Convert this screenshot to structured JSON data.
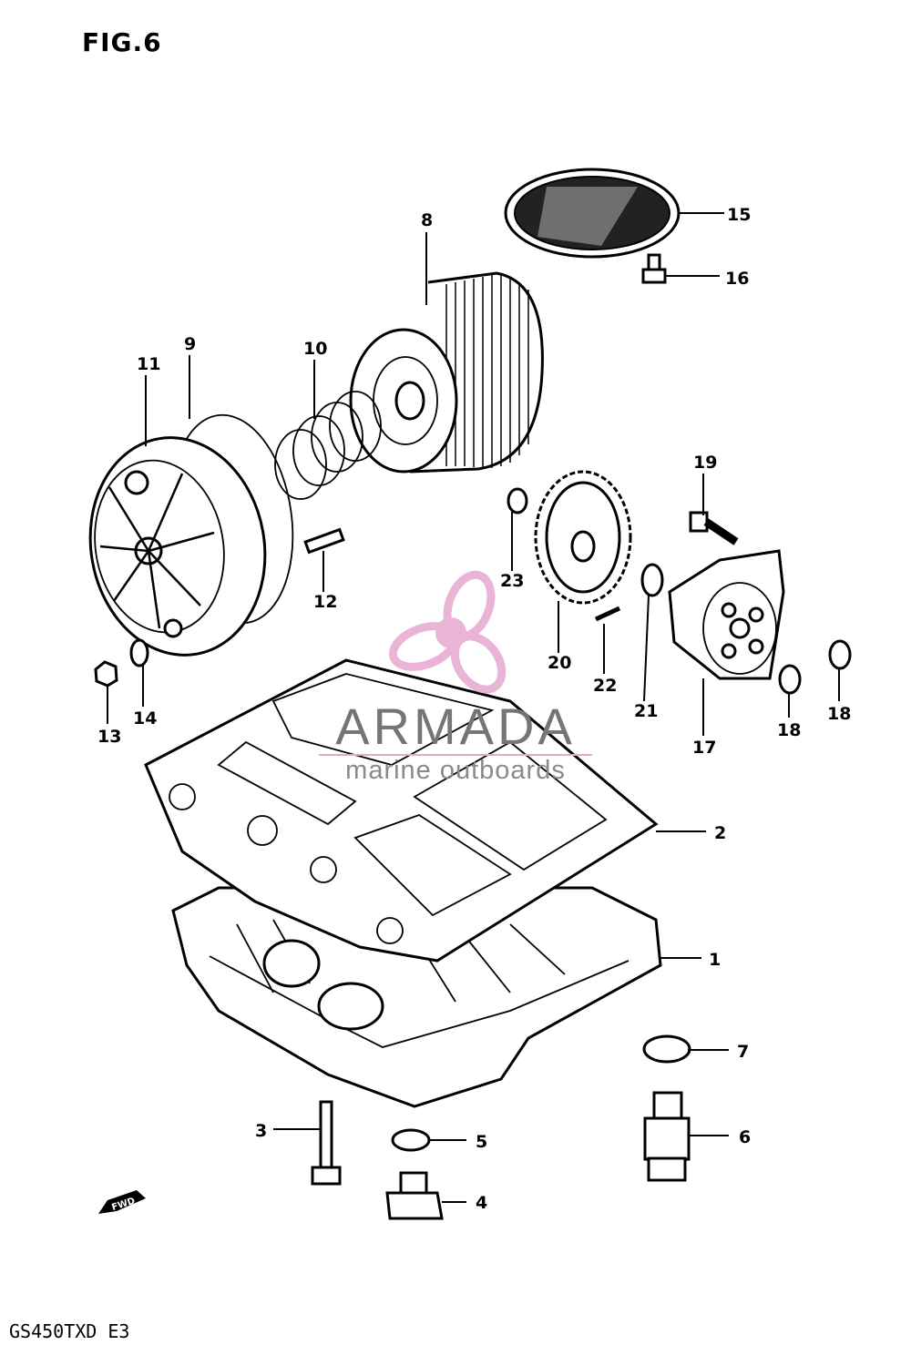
{
  "figure": {
    "title": "FIG.6",
    "model_code": "GS450TXD E3"
  },
  "watermark": {
    "name": "ARMADA",
    "subtitle": "marine outboards",
    "logo_color": "#e6a8cf"
  },
  "fwd_label": "FWD",
  "callouts": [
    {
      "id": "c1",
      "num": "1"
    },
    {
      "id": "c2",
      "num": "2"
    },
    {
      "id": "c3",
      "num": "3"
    },
    {
      "id": "c4",
      "num": "4"
    },
    {
      "id": "c5",
      "num": "5"
    },
    {
      "id": "c6",
      "num": "6"
    },
    {
      "id": "c7",
      "num": "7"
    },
    {
      "id": "c8",
      "num": "8"
    },
    {
      "id": "c9",
      "num": "9"
    },
    {
      "id": "c10",
      "num": "10"
    },
    {
      "id": "c11",
      "num": "11"
    },
    {
      "id": "c12",
      "num": "12"
    },
    {
      "id": "c13",
      "num": "13"
    },
    {
      "id": "c14",
      "num": "14"
    },
    {
      "id": "c15",
      "num": "15"
    },
    {
      "id": "c16",
      "num": "16"
    },
    {
      "id": "c17",
      "num": "17"
    },
    {
      "id": "c18a",
      "num": "18"
    },
    {
      "id": "c18b",
      "num": "18"
    },
    {
      "id": "c19",
      "num": "19"
    },
    {
      "id": "c20",
      "num": "20"
    },
    {
      "id": "c21",
      "num": "21"
    },
    {
      "id": "c22",
      "num": "22"
    },
    {
      "id": "c23",
      "num": "23"
    }
  ]
}
